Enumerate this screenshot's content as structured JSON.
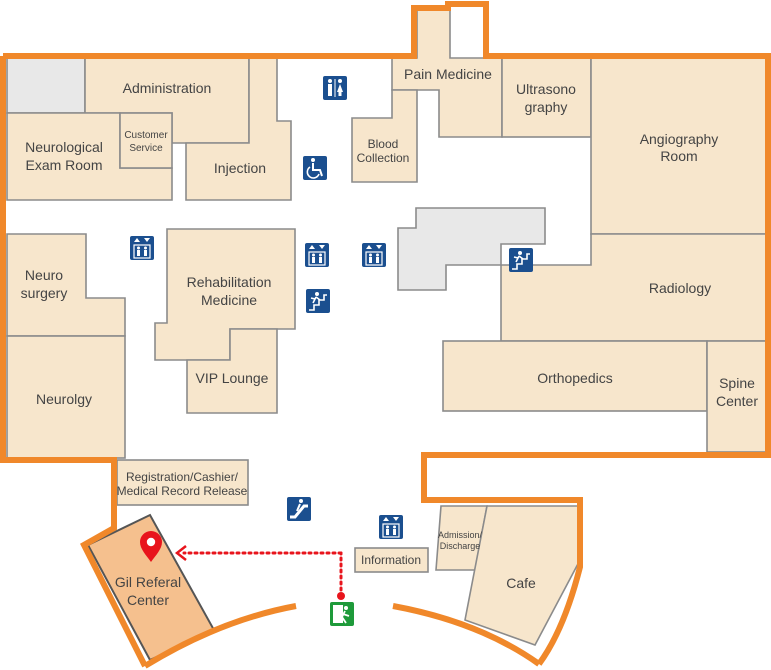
{
  "accent_colors": {
    "outline": "#f0882a",
    "room_fill": "#f7e6cc",
    "highlight_fill": "#f5c08e",
    "route": "#e8141c",
    "icon_blue": "#1b4f8f",
    "icon_green": "#1e9a3a"
  },
  "rooms": {
    "administration": "Administration",
    "pain_medicine": "Pain Medicine",
    "ultrasonography": [
      "Ultrasono",
      "graphy"
    ],
    "neurological_exam": [
      "Neurological",
      "Exam Room"
    ],
    "customer_service": [
      "Customer",
      "Service"
    ],
    "injection": "Injection",
    "blood_collection": [
      "Blood",
      "Collection"
    ],
    "angiography": [
      "Angiography",
      "Room"
    ],
    "neurosurgery": [
      "Neuro",
      "surgery"
    ],
    "rehabilitation": [
      "Rehabilitation",
      "Medicine"
    ],
    "radiology": "Radiology",
    "vip_lounge": "VIP Lounge",
    "neurology": "Neurolgy",
    "orthopedics": "Orthopedics",
    "spine_center": [
      "Spine",
      "Center"
    ],
    "registration": [
      "Registration/Cashier/",
      "Medical Record Release"
    ],
    "information": "Information",
    "admission": [
      "Admission/",
      "Discharge"
    ],
    "cafe": "Cafe",
    "gil_referral": [
      "Gil Referal",
      "Center"
    ]
  },
  "icons": {
    "restroom": "restroom-icon",
    "accessible": "wheelchair-icon",
    "elevator": "elevator-icon",
    "stairs": "stairs-icon",
    "escalator": "escalator-icon",
    "exit": "emergency-exit-icon",
    "location_pin": "location-pin-icon"
  }
}
